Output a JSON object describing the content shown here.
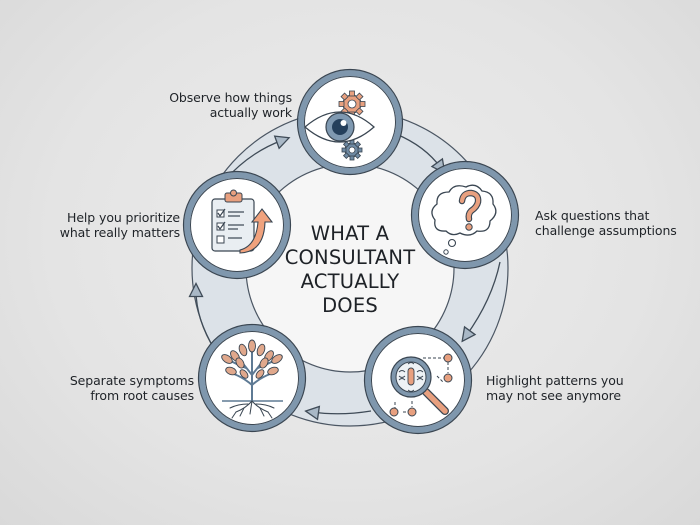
{
  "title": {
    "lines": [
      "WHAT A",
      "CONSULTANT",
      "ACTUALLY",
      "DOES"
    ]
  },
  "colors": {
    "background": "#e6e6e6",
    "ring_fill": "#d9dfe5",
    "node_border": "#7f97ad",
    "node_fill": "#ffffff",
    "outline": "#3a4652",
    "accent": "#e8a07f",
    "icon_blue": "#5e7a94"
  },
  "steps": [
    {
      "id": "observe",
      "icon": "eye-gears-icon",
      "lines": [
        "Observe how things",
        "actually work"
      ]
    },
    {
      "id": "ask",
      "icon": "thought-cloud-question-icon",
      "lines": [
        "Ask questions that",
        "challenge assumptions"
      ]
    },
    {
      "id": "highlight",
      "icon": "magnifier-pattern-icon",
      "lines": [
        "Highlight patterns you",
        "may not see anymore"
      ]
    },
    {
      "id": "separate",
      "icon": "tree-roots-icon",
      "lines": [
        "Separate symptoms",
        "from root causes"
      ]
    },
    {
      "id": "prioritize",
      "icon": "clipboard-checklist-arrow-icon",
      "lines": [
        "Help you prioritize",
        "what really matters"
      ]
    }
  ]
}
